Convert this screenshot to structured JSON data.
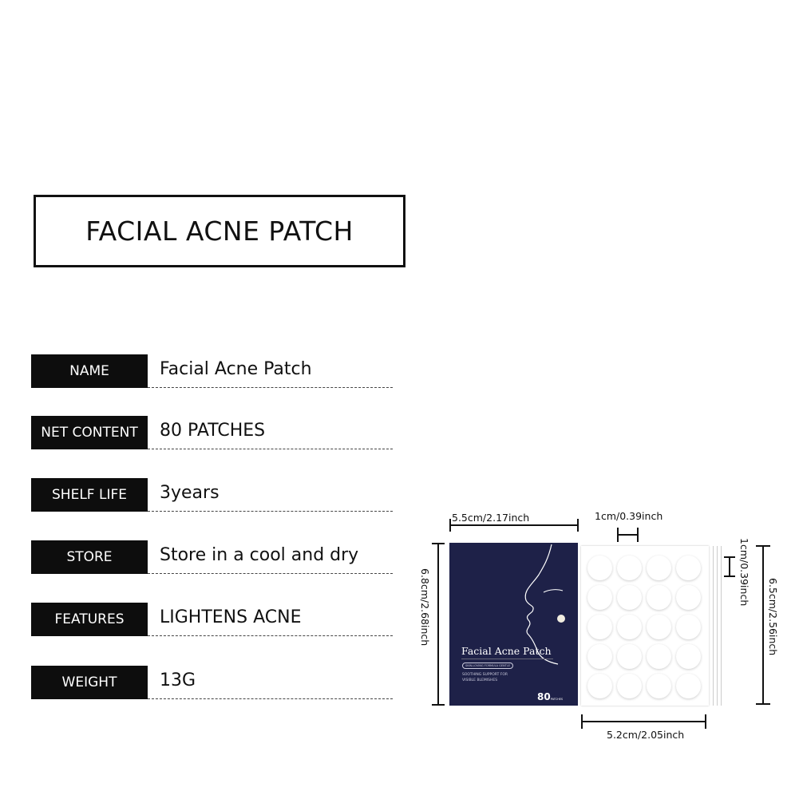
{
  "title": "FACIAL ACNE PATCH",
  "specs": [
    {
      "label": "NAME",
      "value": "Facial Acne Patch"
    },
    {
      "label": "NET  CONTENT",
      "value": "80 PATCHES"
    },
    {
      "label": "SHELF LIFE",
      "value": "3years"
    },
    {
      "label": "STORE",
      "value": "Store in a cool and dry"
    },
    {
      "label": "FEATURES",
      "value": "LIGHTENS ACNE"
    },
    {
      "label": "WEIGHT",
      "value": "13G"
    }
  ],
  "package": {
    "name": "Facial Acne Patch",
    "tagline": "SKIN-LOVING FORMULA GENTLE",
    "description": "SOOTHING SUPPORT FOR VISIBLE BLEMISHES",
    "count": "80",
    "count_unit": "PATCHES",
    "color": "#1e2148"
  },
  "dimensions": {
    "package_width": "5.5cm/2.17inch",
    "package_height": "6.8cm/2.68inch",
    "patch_width": "1cm/0.39inch",
    "patch_height": "1cm/0.39inch",
    "sheet_height": "6.5cm/2.56inch",
    "sheet_width": "5.2cm/2.05inch"
  }
}
